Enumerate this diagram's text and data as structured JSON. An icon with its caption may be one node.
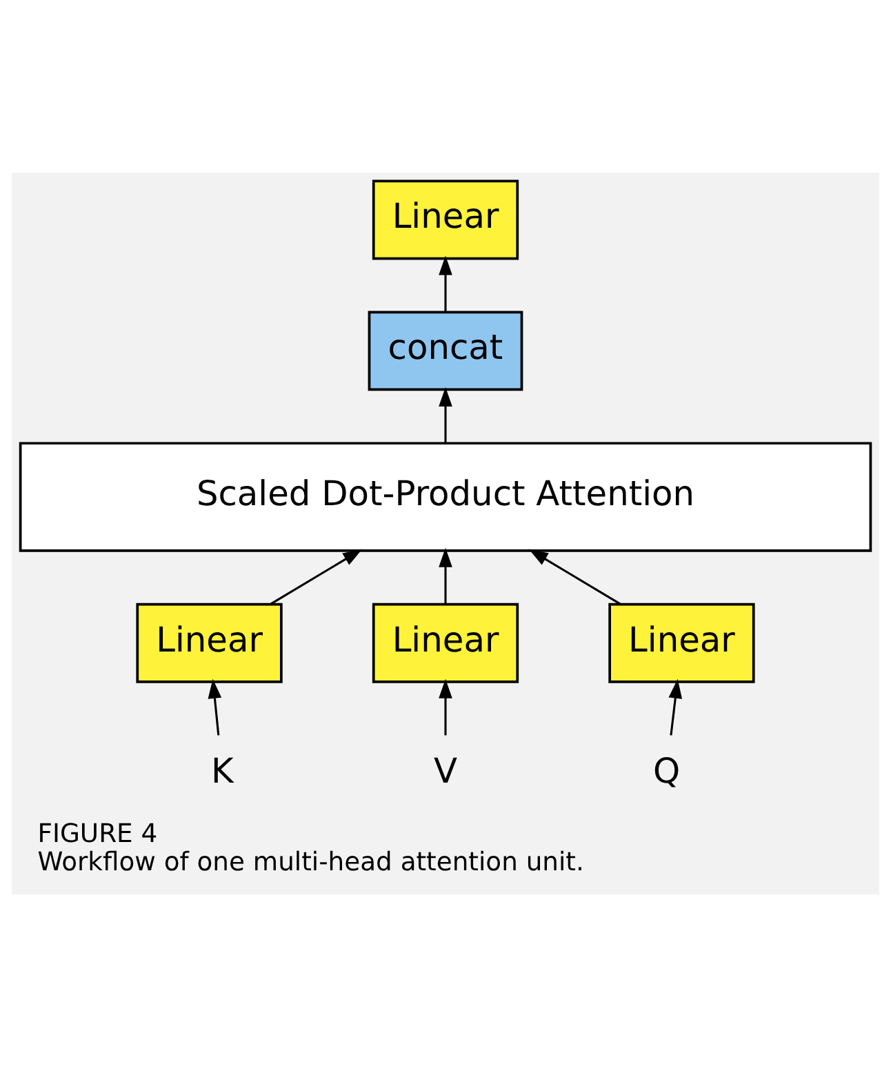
{
  "diagram": {
    "title": "FIGURE 4",
    "caption": "Workflow of one multi-head attention unit.",
    "nodes": [
      {
        "text": [
          "Linear"
        ]
      },
      {
        "text": [
          "concat"
        ]
      },
      {
        "text": [
          "Scaled Dot-Product Attention"
        ]
      },
      {
        "text": [
          "Linear"
        ]
      },
      {
        "text": [
          "Linear"
        ]
      },
      {
        "text": [
          "Linear"
        ]
      },
      {
        "text": [
          "K"
        ]
      },
      {
        "text": [
          "V"
        ]
      },
      {
        "text": [
          "Q"
        ]
      }
    ],
    "edges": [
      {
        "from": 6,
        "to": 3,
        "arrow": "to"
      },
      {
        "from": 7,
        "to": 4,
        "arrow": "to"
      },
      {
        "from": 8,
        "to": 5,
        "arrow": "to"
      },
      {
        "from": 3,
        "to": 2,
        "arrow": "to"
      },
      {
        "from": 4,
        "to": 2,
        "arrow": "to"
      },
      {
        "from": 5,
        "to": 2,
        "arrow": "to"
      },
      {
        "from": 2,
        "to": 1,
        "arrow": "to"
      },
      {
        "from": 1,
        "to": 0,
        "arrow": "to"
      }
    ]
  }
}
